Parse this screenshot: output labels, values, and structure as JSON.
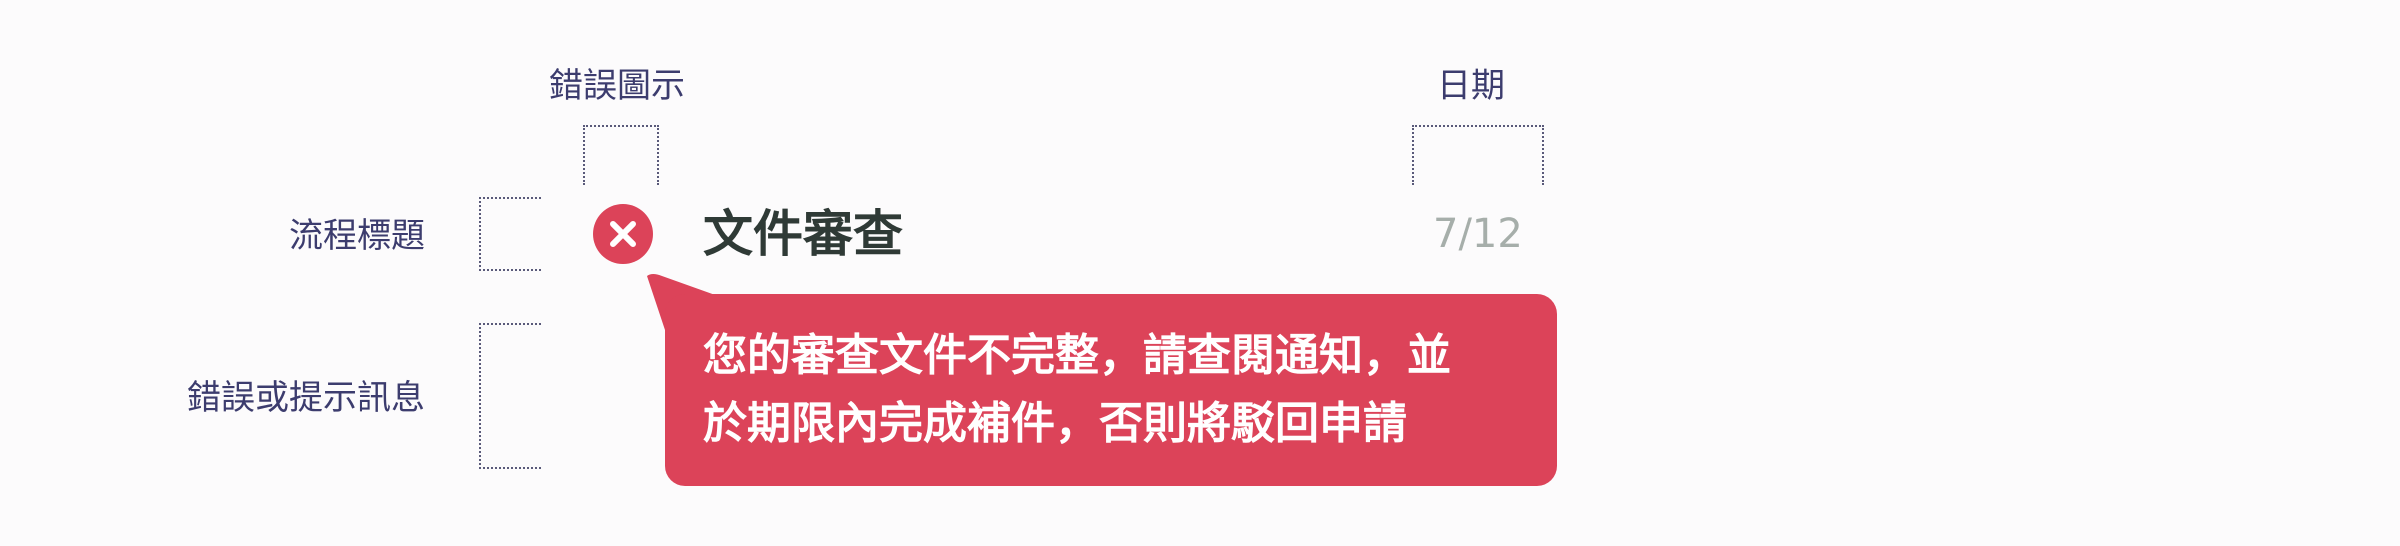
{
  "labels": {
    "error_icon": "錯誤圖示",
    "date": "日期",
    "step_title": "流程標題",
    "message": "錯誤或提示訊息"
  },
  "step": {
    "icon": "close-x-icon",
    "title": "文件審查",
    "date": "7/12"
  },
  "message": {
    "line1": "您的審查文件不完整，請查閱通知，並",
    "line2": "於期限內完成補件，否則將駁回申請"
  },
  "colors": {
    "error": "#dc4359",
    "label_text": "#3c3c6e",
    "title_text": "#2f3a36",
    "date_text": "#a6aeaa"
  }
}
